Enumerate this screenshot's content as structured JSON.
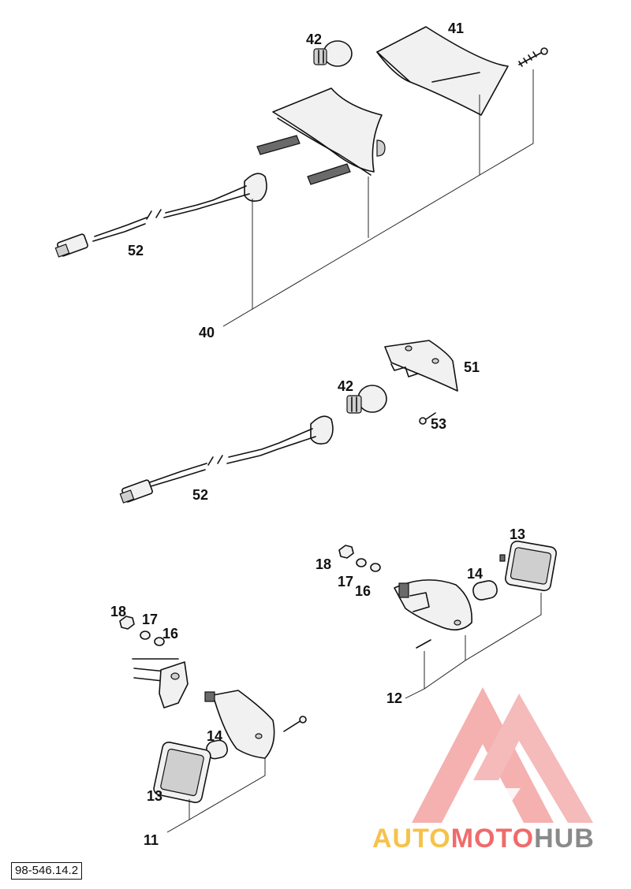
{
  "callouts": {
    "l40": "40",
    "l41": "41",
    "l42a": "42",
    "l52a": "52",
    "l51": "51",
    "l42b": "42",
    "l53": "53",
    "l52b": "52",
    "l13a": "13",
    "l18a": "18",
    "l17a": "17",
    "l16a": "16",
    "l14a": "14",
    "l12": "12",
    "l18b": "18",
    "l17b": "17",
    "l16b": "16",
    "l14b": "14",
    "l13b": "13",
    "l11": "11"
  },
  "reference_number": "98-546.14.2",
  "watermark": {
    "brand_auto": "AUTO",
    "brand_moto": "MOTO",
    "brand_hub": "HUB",
    "colors": {
      "auto": "#f6c24a",
      "moto": "#ef6b6b",
      "hub": "#8a8a8a"
    }
  }
}
